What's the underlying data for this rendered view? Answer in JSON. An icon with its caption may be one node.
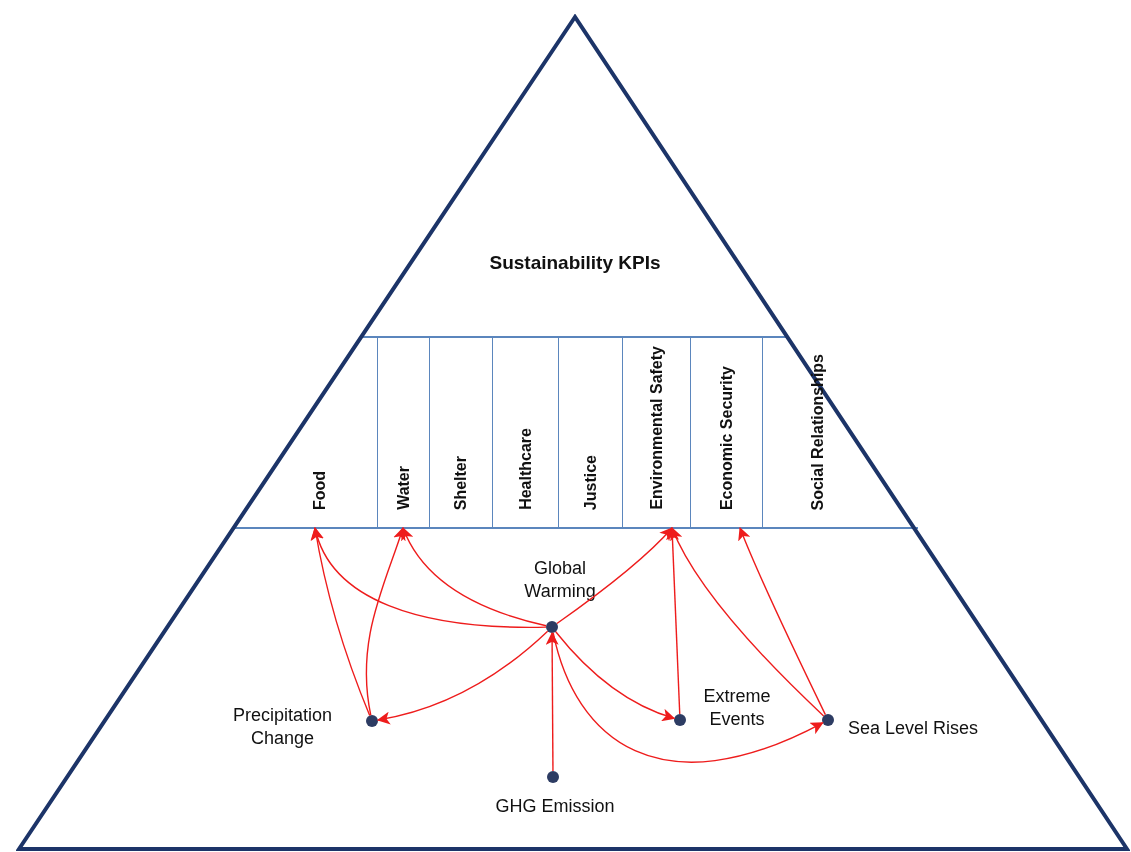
{
  "diagram": {
    "nodes": [
      {
        "text": [
          "Sustainability KPIs"
        ]
      },
      {
        "text": [
          "Food"
        ],
        "in": 0
      },
      {
        "text": [
          "Water"
        ],
        "in": 0
      },
      {
        "text": [
          "Shelter"
        ],
        "in": 0
      },
      {
        "text": [
          "Healthcare"
        ],
        "in": 0
      },
      {
        "text": [
          "Justice"
        ],
        "in": 0
      },
      {
        "text": [
          "Environmental Safety"
        ],
        "in": 0
      },
      {
        "text": [
          "Economic Security"
        ],
        "in": 0
      },
      {
        "text": [
          "Social Relationships"
        ],
        "in": 0
      },
      {
        "text": [],
        "shape": "circle",
        "beside": [
          "Global Warming"
        ],
        "in": 0
      },
      {
        "text": [],
        "shape": "circle",
        "beside": [
          "Precipitation Change"
        ],
        "in": 0
      },
      {
        "text": [],
        "shape": "circle",
        "beside": [
          "GHG Emission"
        ],
        "in": 0
      },
      {
        "text": [],
        "shape": "circle",
        "beside": [
          "Extreme Events"
        ],
        "in": 0
      },
      {
        "text": [],
        "shape": "circle",
        "beside": [
          "Sea Level Rises"
        ],
        "in": 0
      }
    ],
    "edges": [
      {
        "from": 11,
        "to": 9,
        "arrow": "to"
      },
      {
        "from": 9,
        "to": 10,
        "arrow": "to"
      },
      {
        "from": 9,
        "to": 12,
        "arrow": "to"
      },
      {
        "from": 9,
        "to": 13,
        "arrow": "to"
      },
      {
        "from": 10,
        "to": 1,
        "arrow": "to"
      },
      {
        "from": 9,
        "to": 1,
        "arrow": "to"
      },
      {
        "from": 10,
        "to": 2,
        "arrow": "to"
      },
      {
        "from": 9,
        "to": 2,
        "arrow": "to"
      },
      {
        "from": 9,
        "to": 6,
        "arrow": "to"
      },
      {
        "from": 12,
        "to": 6,
        "arrow": "to"
      },
      {
        "from": 13,
        "to": 6,
        "arrow": "to"
      },
      {
        "from": 13,
        "to": 7,
        "arrow": "to"
      }
    ]
  }
}
